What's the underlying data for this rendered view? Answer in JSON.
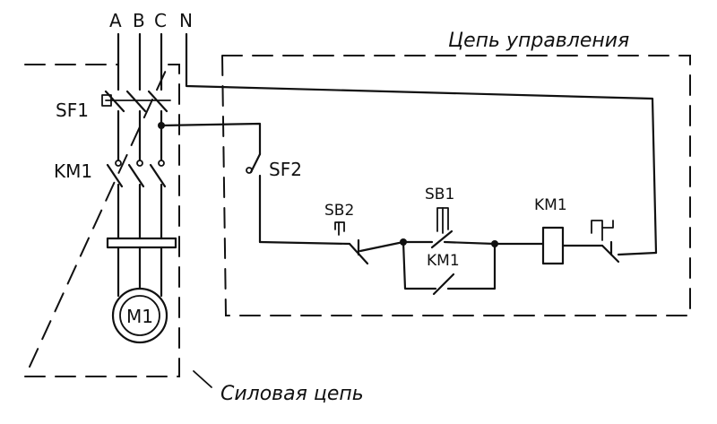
{
  "phases": [
    "A",
    "B",
    "C",
    "N"
  ],
  "zones": {
    "control": "Цепь управления",
    "power": "Силовая цепь"
  },
  "labels": {
    "sf1": "SF1",
    "km1_power": "KM1",
    "motor": "M1",
    "sf2": "SF2",
    "sb2": "SB2",
    "sb1": "SB1",
    "km1_coil": "KM1",
    "km1_aux": "KM1"
  }
}
